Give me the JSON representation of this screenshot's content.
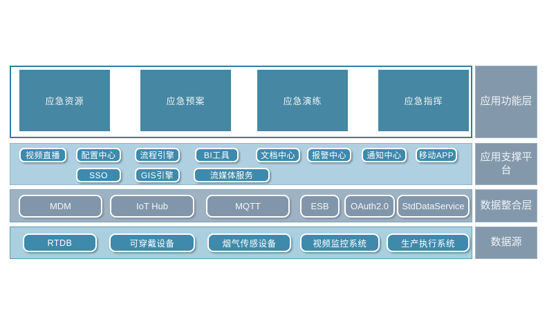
{
  "colors": {
    "teal_box": "#4687a3",
    "teal_button": "#3e8aac",
    "light_blue_panel": "#aed0e0",
    "gray_panel": "#9fb2c3",
    "gray_button": "#8296ab",
    "label_bg": "#8498ab",
    "layer1_border": "#2f7d9e"
  },
  "layers": [
    {
      "label": "应用功能层",
      "items": [
        "应急资源",
        "应急预案",
        "应急演练",
        "应急指挥"
      ]
    },
    {
      "label": "应用支撑平台",
      "rows": [
        [
          "视频直播",
          "配置中心",
          "流程引擎",
          "BI工具",
          "文档中心",
          "报警中心",
          "通知中心",
          "移动APP"
        ],
        [
          "SSO",
          "GIS引擎",
          "流媒体服务"
        ]
      ]
    },
    {
      "label": "数据整合层",
      "items": [
        "MDM",
        "IoT Hub",
        "MQTT",
        "ESB",
        "OAuth2.0",
        "StdDataService"
      ]
    },
    {
      "label": "数据源",
      "items": [
        "RTDB",
        "可穿戴设备",
        "烟气传感设备",
        "视频监控系统",
        "生产执行系统"
      ]
    }
  ]
}
